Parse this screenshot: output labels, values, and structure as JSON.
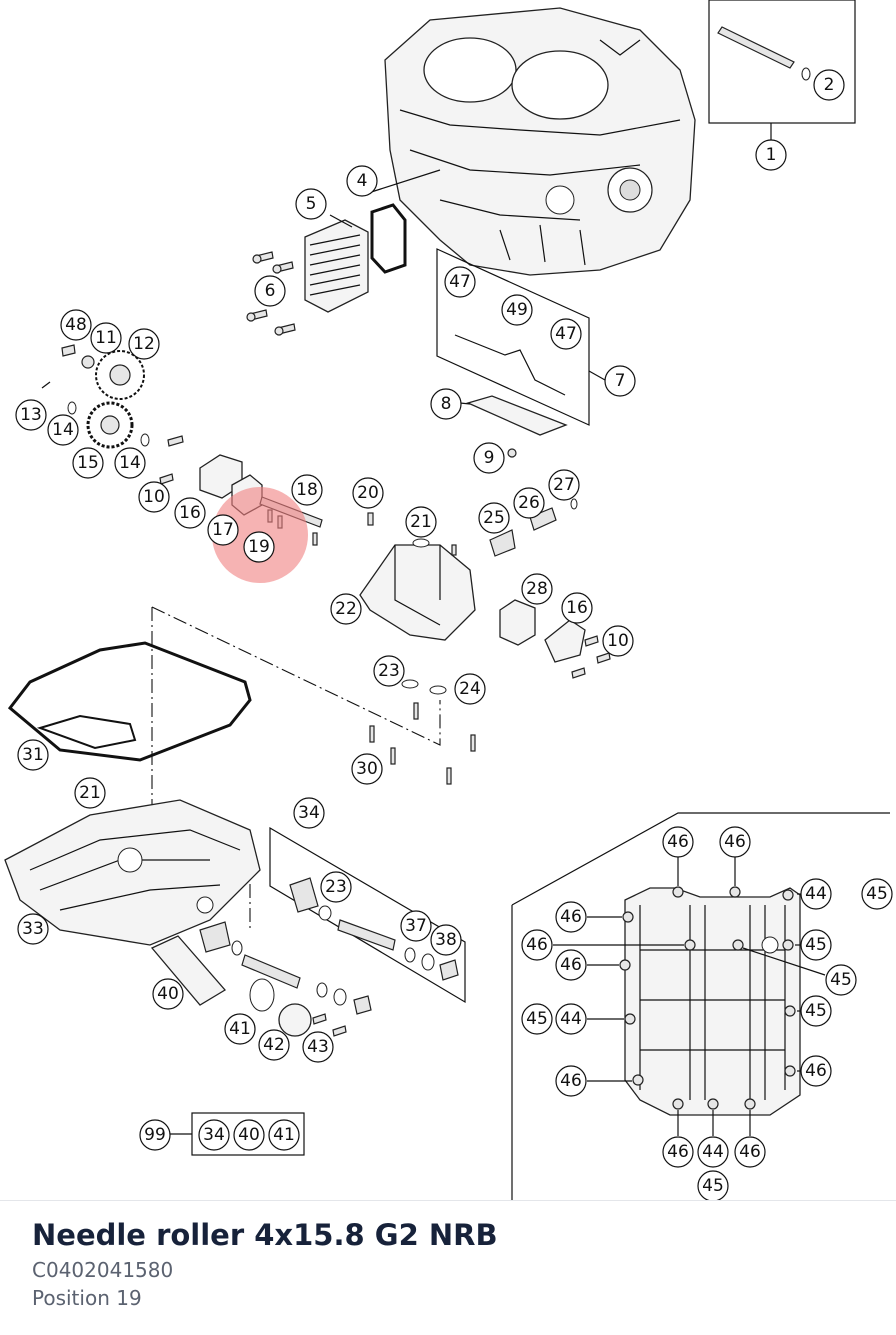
{
  "part": {
    "name": "Needle roller 4x15.8 G2 NRB",
    "code": "C0402041580",
    "position_text": "Position 19"
  },
  "highlight": {
    "label": "19",
    "color": "#f08080"
  },
  "callouts": {
    "c1": "1",
    "c2": "2",
    "c4": "4",
    "c5": "5",
    "c6": "6",
    "c7": "7",
    "c8": "8",
    "c9": "9",
    "c10a": "10",
    "c10b": "10",
    "c11": "11",
    "c12": "12",
    "c13": "13",
    "c14a": "14",
    "c14b": "14",
    "c15": "15",
    "c16a": "16",
    "c16b": "16",
    "c17": "17",
    "c18": "18",
    "c19": "19",
    "c20": "20",
    "c21a": "21",
    "c21b": "21",
    "c22": "22",
    "c23a": "23",
    "c23b": "23",
    "c24": "24",
    "c25": "25",
    "c26": "26",
    "c27": "27",
    "c28": "28",
    "c30": "30",
    "c31": "31",
    "c33": "33",
    "c34": "34",
    "c37": "37",
    "c38": "38",
    "c40a": "40",
    "c40b": "40",
    "c41a": "41",
    "c41b": "41",
    "c42": "42",
    "c43": "43",
    "c34b": "34",
    "c47a": "47",
    "c47b": "47",
    "c48": "48",
    "c49": "49",
    "c99": "99",
    "p46a": "46",
    "p46b": "46",
    "p44a": "44",
    "p45a": "45",
    "p46c": "46",
    "p46d": "46",
    "p45b": "45",
    "p45c": "45",
    "p46e": "46",
    "p45d": "45",
    "p45e": "45",
    "p44b": "44",
    "p46f": "46",
    "p46g": "46",
    "p46h": "46",
    "p44c": "44",
    "p46i": "46",
    "p45f": "45"
  }
}
